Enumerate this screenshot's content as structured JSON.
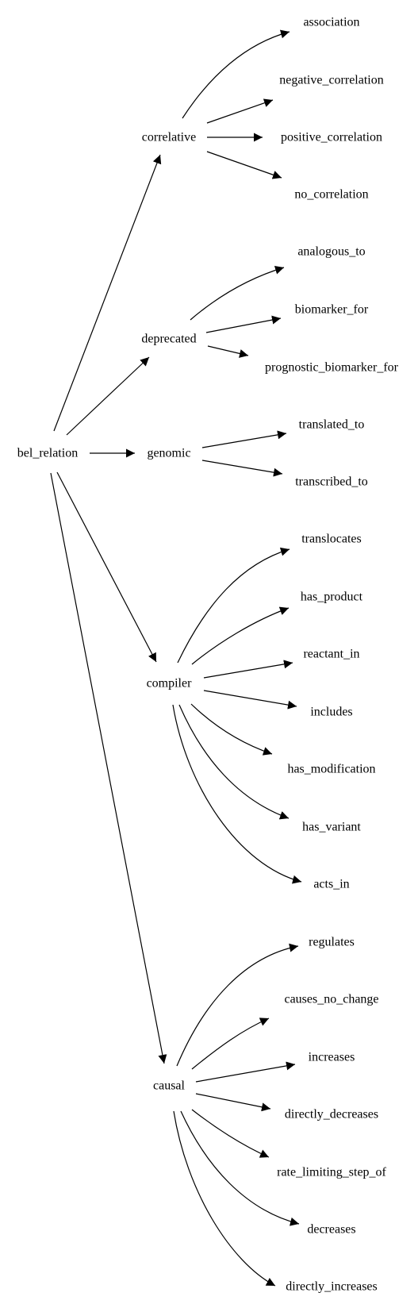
{
  "graph": {
    "root": "bel_relation",
    "groups": [
      {
        "label": "correlative",
        "children": [
          "association",
          "negative_correlation",
          "positive_correlation",
          "no_correlation"
        ]
      },
      {
        "label": "deprecated",
        "children": [
          "analogous_to",
          "biomarker_for",
          "prognostic_biomarker_for"
        ]
      },
      {
        "label": "genomic",
        "children": [
          "translated_to",
          "transcribed_to"
        ]
      },
      {
        "label": "compiler",
        "children": [
          "translocates",
          "has_product",
          "reactant_in",
          "includes",
          "has_modification",
          "has_variant",
          "acts_in"
        ]
      },
      {
        "label": "causal",
        "children": [
          "regulates",
          "causes_no_change",
          "increases",
          "directly_decreases",
          "rate_limiting_step_of",
          "decreases",
          "directly_increases"
        ]
      }
    ]
  },
  "colors": {
    "edge": "#000000",
    "text": "#000000",
    "background": "#ffffff"
  }
}
